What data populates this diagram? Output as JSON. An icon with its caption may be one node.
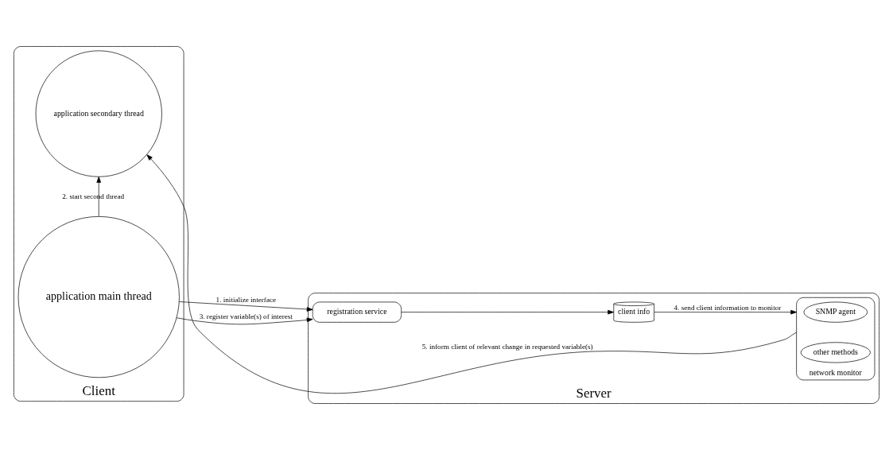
{
  "diagram": {
    "nodes": [
      {
        "text": [
          "Client"
        ]
      },
      {
        "text": [
          "application secondary thread"
        ],
        "in": 0
      },
      {
        "text": [
          "application main thread"
        ],
        "in": 0
      },
      {
        "text": [
          "Server"
        ]
      },
      {
        "text": [
          "network monitor"
        ],
        "in": 3
      },
      {
        "text": [
          "SNMP agent"
        ],
        "in": 4
      },
      {
        "text": [
          "other methods"
        ],
        "in": 4
      },
      {
        "text": [
          "client info"
        ],
        "in": 3
      },
      {
        "text": [
          "registration service"
        ],
        "in": 3
      }
    ],
    "edges": [
      {
        "from": 2,
        "to": 1,
        "arrow": "to",
        "label": "2. start second thread"
      },
      {
        "from": 4,
        "to": 1,
        "arrow": "to",
        "label": "5. inform client of relevant change in requested variable(s)"
      },
      {
        "from": 2,
        "to": 8,
        "arrow": "to",
        "label": "1. initialize interface"
      },
      {
        "from": 2,
        "to": 8,
        "arrow": "to",
        "label": "3. register variable(s) of interest"
      },
      {
        "from": 8,
        "to": 7,
        "arrow": "to"
      },
      {
        "from": 7,
        "to": 4,
        "arrow": "to",
        "label": "4. send client information to monitor"
      }
    ]
  }
}
